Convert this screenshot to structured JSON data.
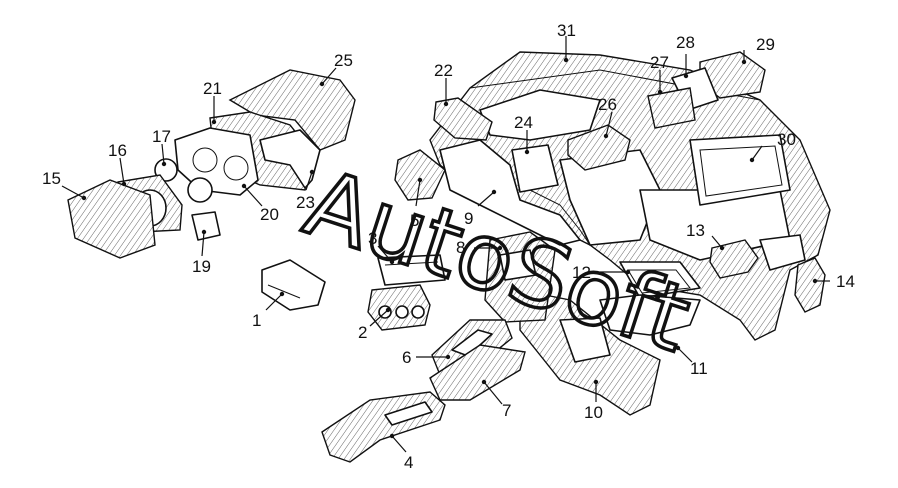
{
  "watermark": "AutoSoft",
  "callouts": [
    "1",
    "2",
    "3",
    "4",
    "5",
    "6",
    "7",
    "8",
    "9",
    "10",
    "11",
    "12",
    "13",
    "14",
    "15",
    "16",
    "17",
    "19",
    "20",
    "21",
    "22",
    "23",
    "24",
    "25",
    "26",
    "27",
    "28",
    "29",
    "30",
    "31"
  ]
}
